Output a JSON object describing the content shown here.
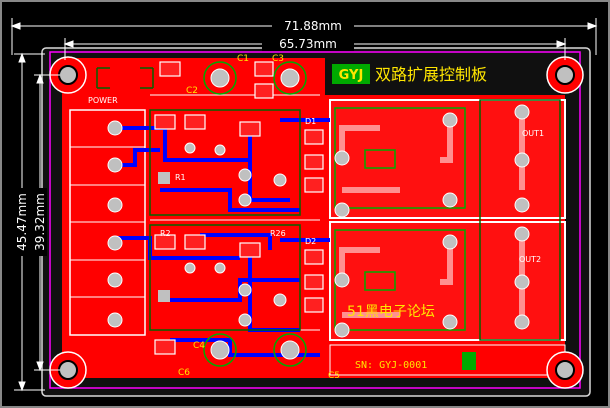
{
  "dimensions": {
    "width_outer": "71.88mm",
    "width_inner": "65.73mm",
    "height_outer": "45.47mm",
    "height_inner": "39.32mm"
  },
  "board": {
    "title": "双路扩展控制板",
    "logo": "GYJ",
    "brand": "51黑电子论坛",
    "serial": "SN: GYJ-0001"
  },
  "labels": {
    "out1": "OUT1",
    "out2": "OUT2",
    "c1": "C1",
    "c2": "C2",
    "c3": "C3",
    "c4": "C4",
    "c5": "C5",
    "c6": "C6",
    "r2": "R2",
    "r26": "R26",
    "d1": "D1",
    "d2": "D2",
    "r1": "R1",
    "power": "POWER"
  },
  "colors": {
    "background": "#000000",
    "outline": "#d9d9d9",
    "copper_top": "#ff0000",
    "copper_bottom": "#0000ff",
    "silkscreen": "#ffe600",
    "pads": "#c0c0c0",
    "keepout": "#ff00ff",
    "dimension": "#ffffff"
  }
}
